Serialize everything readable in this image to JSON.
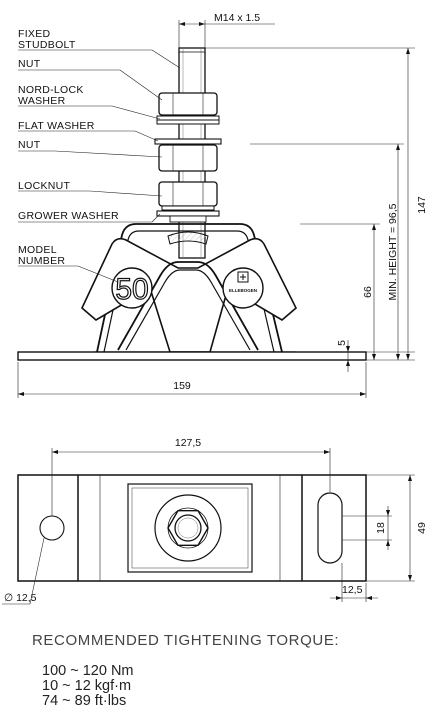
{
  "labels": {
    "fixed_stud_1": "FIXED",
    "fixed_stud_2": "STUDBOLT",
    "nut_top": "NUT",
    "nord_lock_1": "NORD-LOCK",
    "nord_lock_2": "WASHER",
    "flat_washer": "FLAT WASHER",
    "nut_second": "NUT",
    "locknut": "LOCKNUT",
    "grower_washer": "GROWER WASHER",
    "model_1": "MODEL",
    "model_2": "NUMBER"
  },
  "dimensions": {
    "thread": "M14 x 1.5",
    "total_height": "147",
    "min_height": "MIN. HEIGHT = 96,5",
    "body_height": "66",
    "base_thickness": "5",
    "width": "159",
    "hole_spacing": "127,5",
    "slot_width": "18",
    "depth": "49",
    "hole_diameter": "∅ 12,5",
    "slot_offset": "12,5"
  },
  "model_number": "50",
  "brand_text": "ELLEBOGEN",
  "torque": {
    "title": "RECOMMENDED TIGHTENING TORQUE:",
    "values": [
      "100 ~ 120 Nm",
      "10 ~ 12 kgf·m",
      "74 ~ 89 ft·lbs"
    ]
  }
}
